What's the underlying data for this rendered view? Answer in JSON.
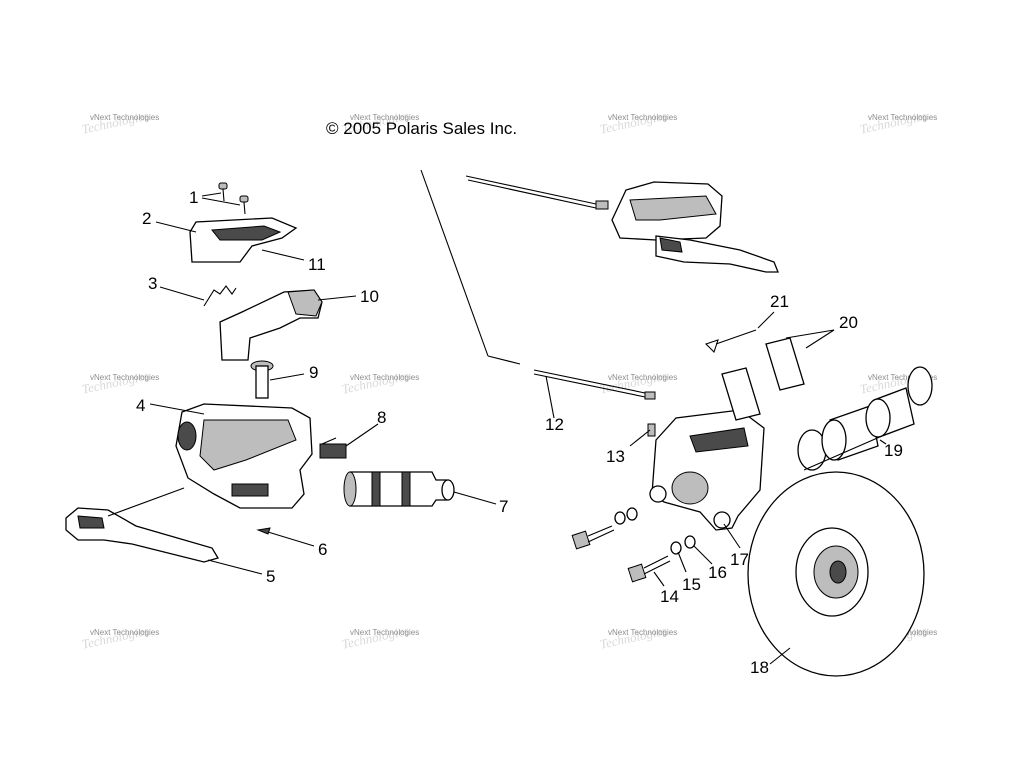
{
  "copyright": "© 2005 Polaris Sales Inc.",
  "watermark": {
    "line1": "vNext Technologies",
    "line2": "Technologies"
  },
  "callouts": {
    "c1": "1",
    "c2": "2",
    "c3": "3",
    "c4": "4",
    "c5": "5",
    "c6": "6",
    "c7": "7",
    "c8": "8",
    "c9": "9",
    "c10": "10",
    "c11": "11",
    "c12": "12",
    "c13": "13",
    "c14": "14",
    "c15": "15",
    "c16": "16",
    "c17": "17",
    "c18": "18",
    "c19": "19",
    "c20": "20",
    "c21": "21"
  }
}
